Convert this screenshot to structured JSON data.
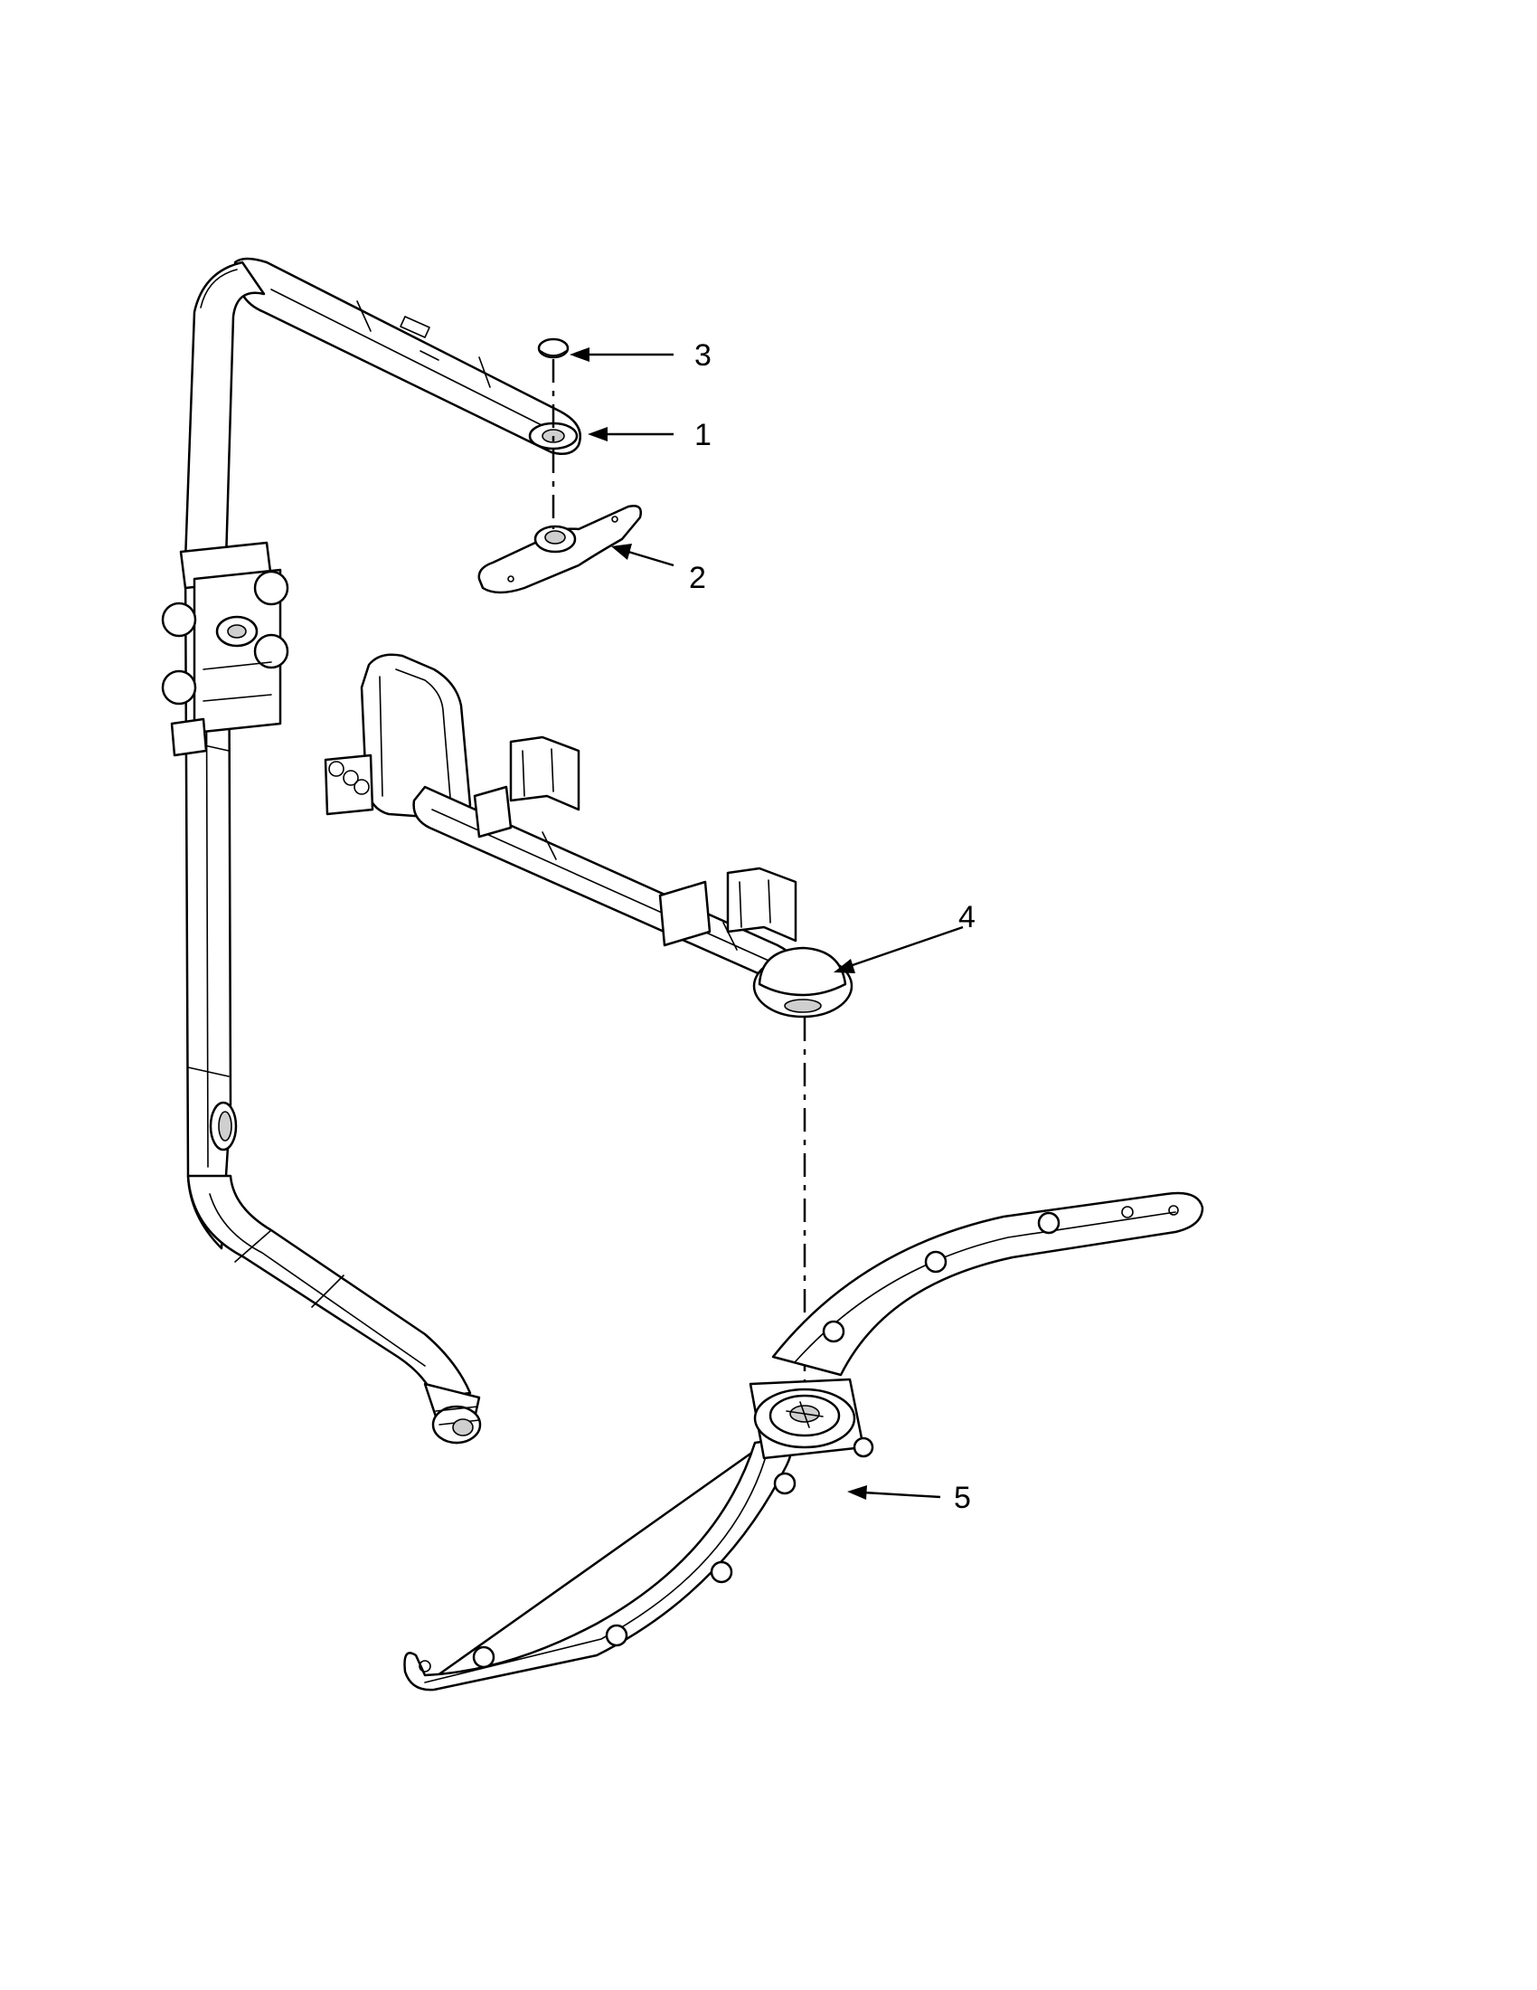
{
  "diagram": {
    "callouts": [
      {
        "id": "callout-3",
        "label": "3"
      },
      {
        "id": "callout-1",
        "label": "1"
      },
      {
        "id": "callout-2",
        "label": "2"
      },
      {
        "id": "callout-4",
        "label": "4"
      },
      {
        "id": "callout-5",
        "label": "5"
      }
    ],
    "colors": {
      "line": "#000000",
      "fill": "#ffffff",
      "shade": "#cfcfcf"
    }
  }
}
